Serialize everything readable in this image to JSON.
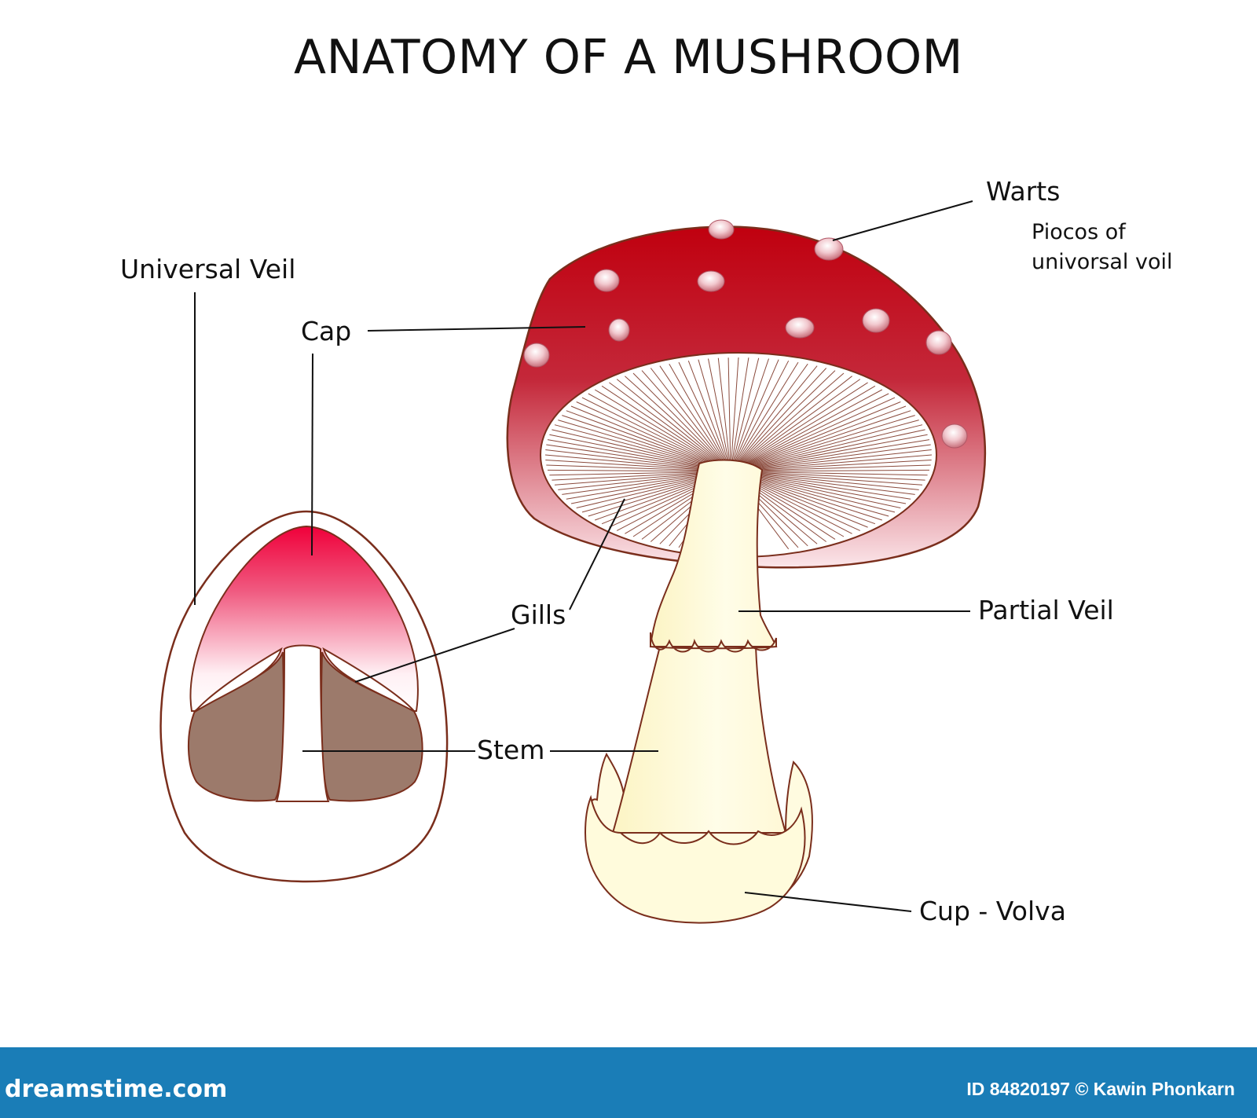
{
  "title": "ANATOMY OF A MUSHROOM",
  "labels": {
    "universal_veil": "Universal  Veil",
    "cap": "Cap",
    "gills": "Gills",
    "stem": "Stem",
    "warts": "Warts",
    "warts_note": "Piocos of univorsal voil",
    "partial_veil": "Partial  Veil",
    "cup_volva": "Cup - Volva"
  },
  "footer": {
    "site": "dreamstime.com",
    "credit": "ID 84820197 © Kawin Phonkarn"
  },
  "colors": {
    "outline": "#7a2e1c",
    "cap_red": "#c0000f",
    "gill_brown": "#9c7a6b",
    "stem_cream": "#fffbd9",
    "footer_blue": "#1a7db7"
  }
}
